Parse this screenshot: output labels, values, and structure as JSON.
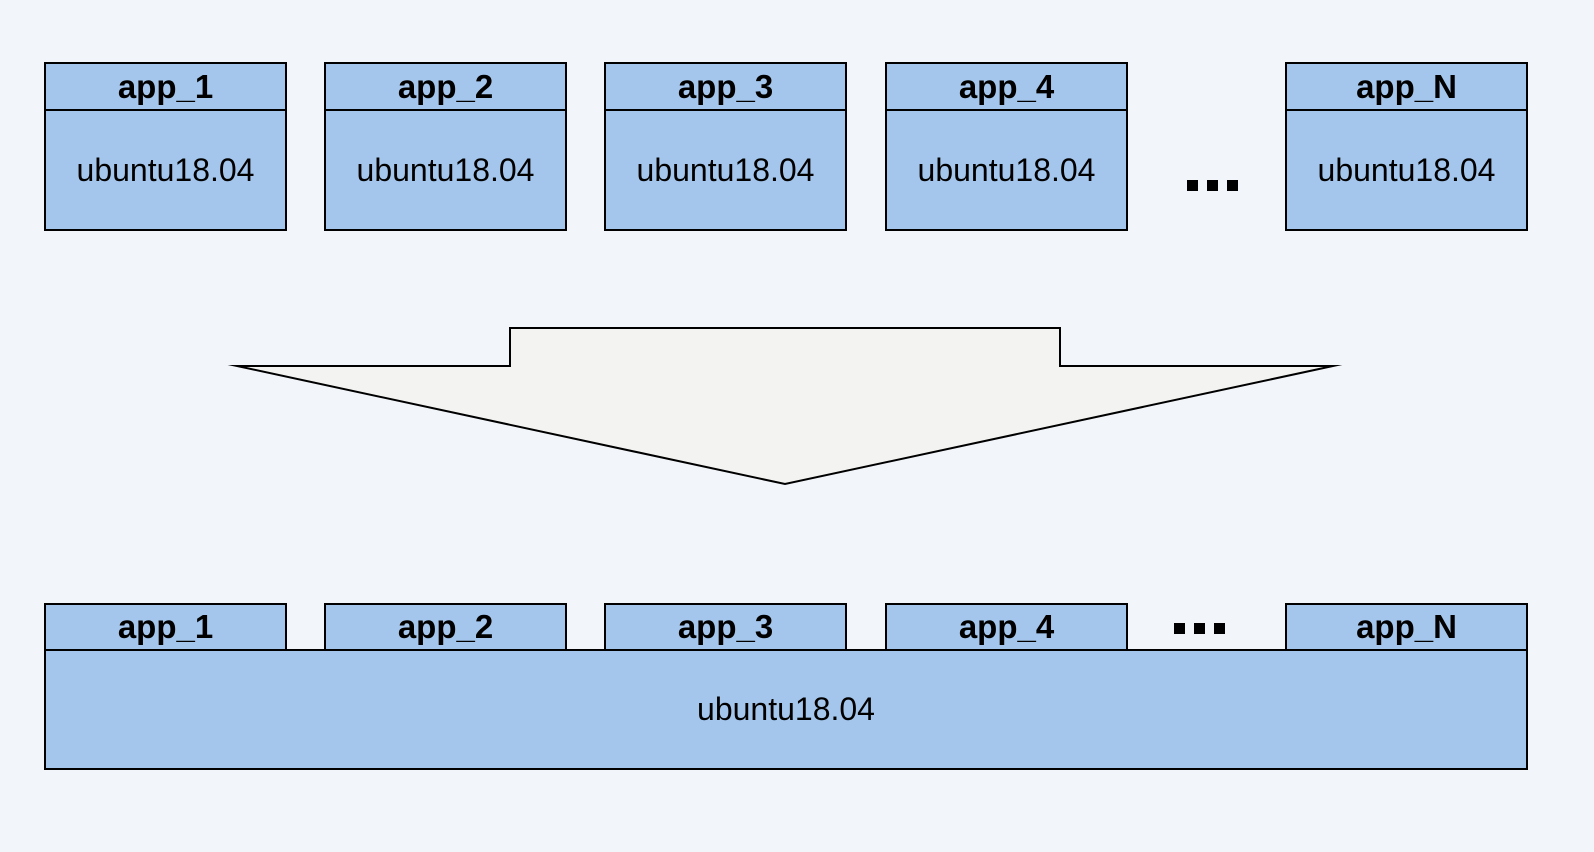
{
  "colors": {
    "background": "#f2f5fa",
    "box_fill": "#a4c6ec",
    "box_border": "#000000",
    "arrow_fill": "#f3f3f1",
    "arrow_border": "#000000",
    "text": "#000000"
  },
  "top_row": {
    "boxes": [
      {
        "title": "app_1",
        "os": "ubuntu18.04"
      },
      {
        "title": "app_2",
        "os": "ubuntu18.04"
      },
      {
        "title": "app_3",
        "os": "ubuntu18.04"
      },
      {
        "title": "app_4",
        "os": "ubuntu18.04"
      },
      {
        "title": "app_N",
        "os": "ubuntu18.04"
      }
    ],
    "ellipsis": "..."
  },
  "arrow": {
    "direction": "down"
  },
  "bottom_row": {
    "tabs": [
      {
        "title": "app_1"
      },
      {
        "title": "app_2"
      },
      {
        "title": "app_3"
      },
      {
        "title": "app_4"
      },
      {
        "title": "app_N"
      }
    ],
    "ellipsis": "...",
    "host_os": "ubuntu18.04"
  }
}
